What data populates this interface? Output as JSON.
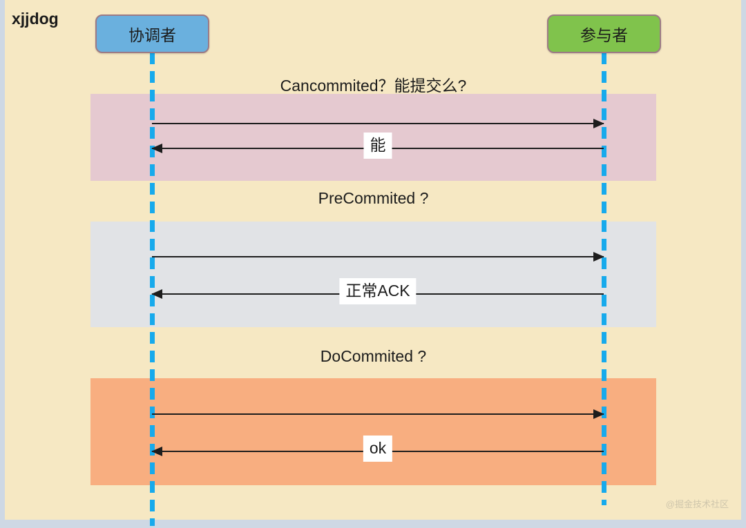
{
  "canvas": {
    "outer_background": "#ced8e4",
    "panel_background": "#f6e8c3",
    "author_label": "xjjdog",
    "watermark": "@掘金技术社区"
  },
  "actors": [
    {
      "id": "coordinator",
      "label": "协调者",
      "fill": "#6ab0de",
      "border": "#9c7a85",
      "lifeline_color": "#17aaec"
    },
    {
      "id": "participant",
      "label": "参与者",
      "fill": "#80c34c",
      "border": "#9c7a85",
      "lifeline_color": "#17aaec"
    }
  ],
  "phases": [
    {
      "id": "can-commit",
      "title": "Cancommited？能提交么?",
      "band_color": "#e5c9d0",
      "messages": [
        {
          "id": "can-commit-request",
          "direction": "right",
          "from": "coordinator",
          "to": "participant",
          "label": ""
        },
        {
          "id": "can-commit-response",
          "direction": "left",
          "from": "participant",
          "to": "coordinator",
          "label": "能"
        }
      ]
    },
    {
      "id": "pre-commit",
      "title": "PreCommited ?",
      "band_color": "#e1e3e6",
      "messages": [
        {
          "id": "pre-commit-request",
          "direction": "right",
          "from": "coordinator",
          "to": "participant",
          "label": ""
        },
        {
          "id": "pre-commit-response",
          "direction": "left",
          "from": "participant",
          "to": "coordinator",
          "label": "正常ACK"
        }
      ]
    },
    {
      "id": "do-commit",
      "title": "DoCommited ?",
      "band_color": "#f8ae80",
      "messages": [
        {
          "id": "do-commit-request",
          "direction": "right",
          "from": "coordinator",
          "to": "participant",
          "label": ""
        },
        {
          "id": "do-commit-response",
          "direction": "left",
          "from": "participant",
          "to": "coordinator",
          "label": "ok"
        }
      ]
    }
  ]
}
